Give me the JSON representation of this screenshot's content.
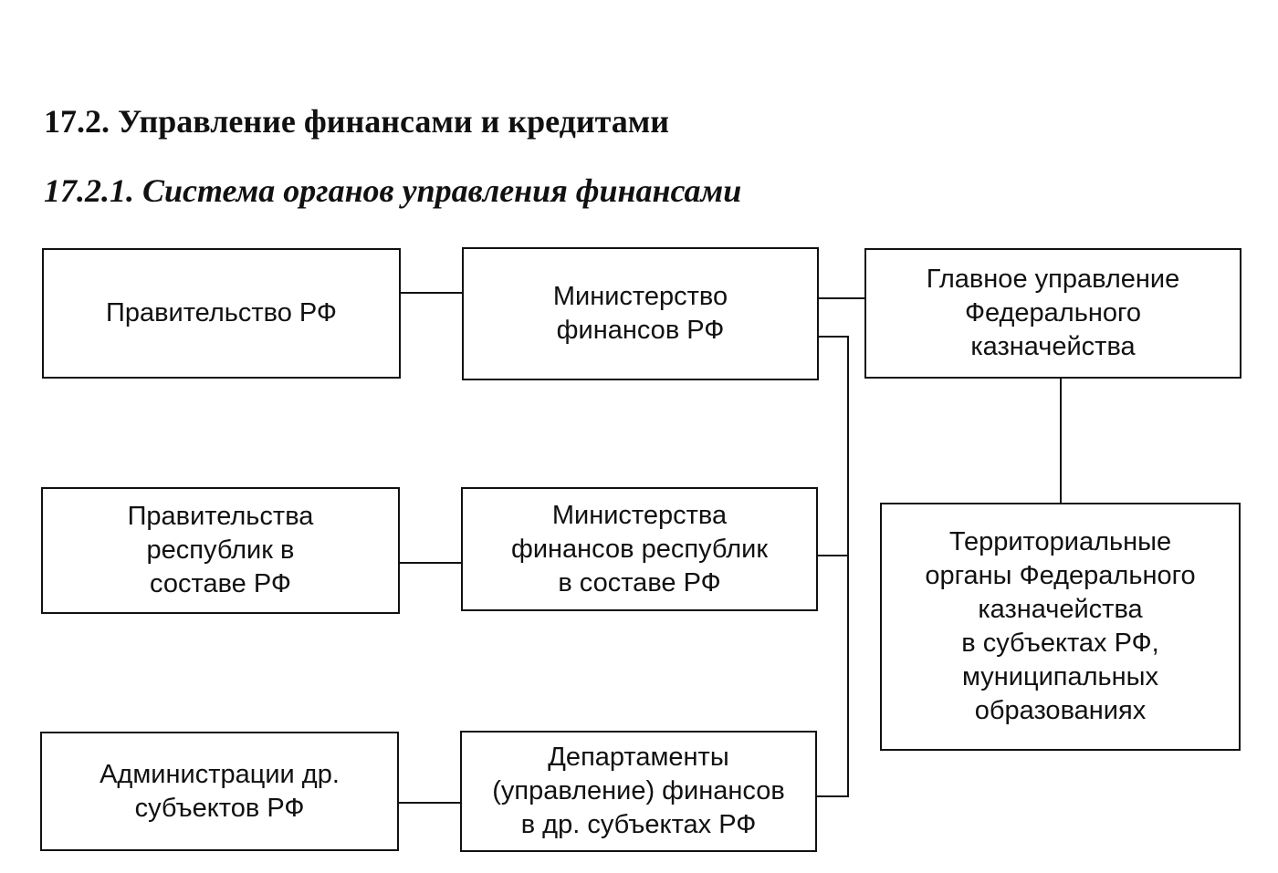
{
  "section_title": "17.2. Управление финансами и кредитами",
  "subsection_title": "17.2.1. Система органов управления финансами",
  "boxes": {
    "government_rf": "Правительство РФ",
    "ministry_finance_rf": "Министерство\nфинансов РФ",
    "treasury_main": "Главное управление\nФедерального\nказначейства",
    "governments_republics": "Правительства\nреспублик в\nсоставе РФ",
    "ministries_republics": "Министерства\nфинансов республик\nв составе РФ",
    "treasury_territorial": "Территориальные\nорганы Федерального\nказначейства\nв субъектах РФ,\nмуниципальных\nобразованиях",
    "administrations_subjects": "Администрации др.\nсубъектов РФ",
    "departments_finance": "Департаменты\n(управление) финансов\nв др. субъектах РФ"
  }
}
